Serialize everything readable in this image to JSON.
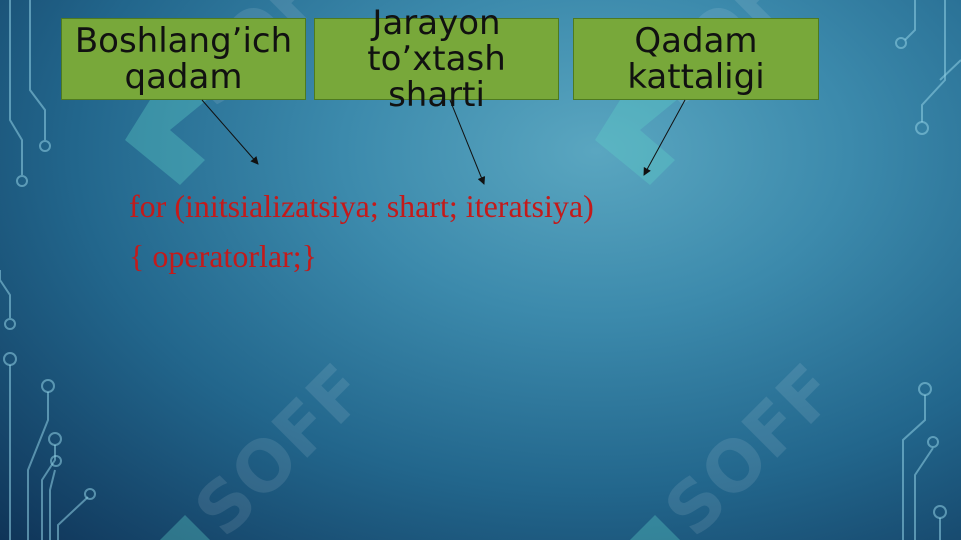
{
  "boxes": [
    {
      "label": "Boshlang’ich qadam"
    },
    {
      "label": "Jarayon to’xtash sharti"
    },
    {
      "label": "Qadam kattaligi"
    }
  ],
  "code": {
    "line1": "for (initsializatsiya; shart; iteratsiya)",
    "line2": "{ operatorlar;}"
  },
  "watermark": {
    "text": "SOFF"
  },
  "colors": {
    "box_fill": "#78a83a",
    "code_text": "#c41a1a",
    "background": "#3c8aac"
  }
}
